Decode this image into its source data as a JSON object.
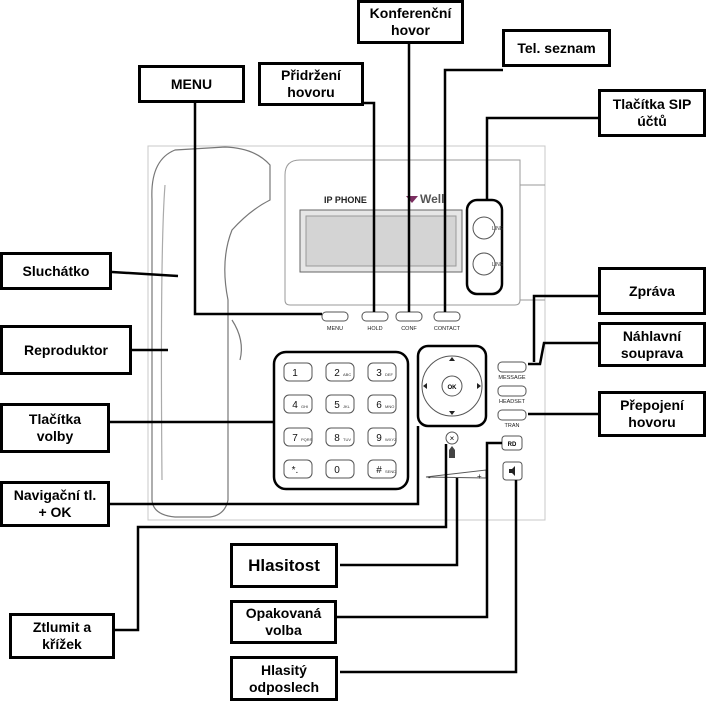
{
  "phone": {
    "brand_text": "IP PHONE",
    "logo_text": "Well",
    "line_key_text": "LINE",
    "soft_keys": [
      "MENU",
      "HOLD",
      "CONF",
      "CONTACT"
    ],
    "right_keys": [
      "MESSAGE",
      "HEADSET",
      "TRAN"
    ],
    "rd_key": "RD",
    "ok_key": "OK",
    "volume_minus": "-",
    "volume_plus": "+",
    "mute_key": "×",
    "keypad": {
      "digits": [
        "1",
        "2",
        "3",
        "4",
        "5",
        "6",
        "7",
        "8",
        "9",
        "*.",
        "0",
        "#"
      ],
      "subs": [
        "",
        "ABC",
        "DEF",
        "GHI",
        "JKL",
        "MNO",
        "PQRS",
        "TUV",
        "WXYZ",
        "",
        "",
        "SEND"
      ]
    }
  },
  "callouts": {
    "konference": "Konferenční\nhovor",
    "tel_seznam": "Tel. seznam",
    "menu": "MENU",
    "pridrzeni": "Přidržení\nhovoru",
    "sip": "Tlačítka SIP\núčtů",
    "sluchatko": "Sluchátko",
    "zprava": "Zpráva",
    "nahlavni": "Náhlavní\nsouprava",
    "reproduktor": "Reproduktor",
    "volba": "Tlačítka\nvolby",
    "prepojeni": "Přepojení\nhovoru",
    "navigacni": "Navigační tl.\n+ OK",
    "hlasitost": "Hlasitost",
    "ztlumit": "Ztlumit a\nkřížek",
    "opakovana": "Opakovaná\nvolba",
    "hlasity": "Hlasitý\nodposlech"
  }
}
